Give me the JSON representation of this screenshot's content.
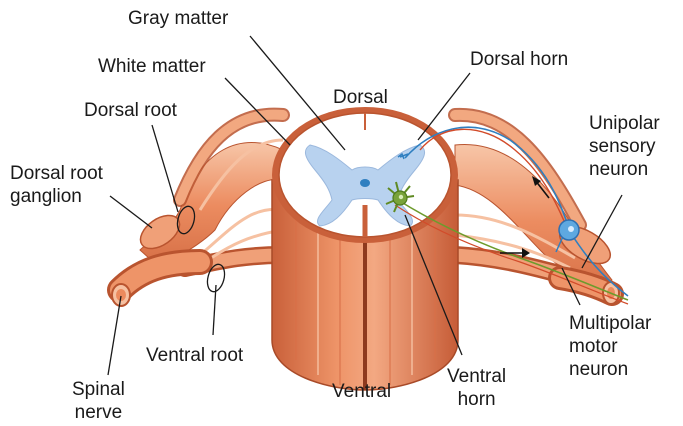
{
  "labels": {
    "gray_matter": "Gray matter",
    "white_matter": "White matter",
    "dorsal_horn": "Dorsal horn",
    "dorsal": "Dorsal",
    "dorsal_root": "Dorsal root",
    "dorsal_root_ganglion": [
      "Dorsal root",
      "ganglion"
    ],
    "unipolar_sensory_neuron": [
      "Unipolar",
      "sensory",
      "neuron"
    ],
    "ventral_root": "Ventral root",
    "spinal_nerve": [
      "Spinal",
      "nerve"
    ],
    "ventral": "Ventral",
    "ventral_horn": [
      "Ventral",
      "horn"
    ],
    "multipolar_motor_neuron": [
      "Multipolar",
      "motor",
      "neuron"
    ]
  },
  "colors": {
    "tissue_orange": "#ec8a5d",
    "tissue_light": "#f6c1a2",
    "tissue_dark": "#b9542f",
    "white_matter": "#ffffff",
    "gray_matter": "#b8d2ef",
    "sensory_axon": "#2f7fc0",
    "motor_axon": "#6d9b2c",
    "motor_cell": "#79a33a"
  }
}
